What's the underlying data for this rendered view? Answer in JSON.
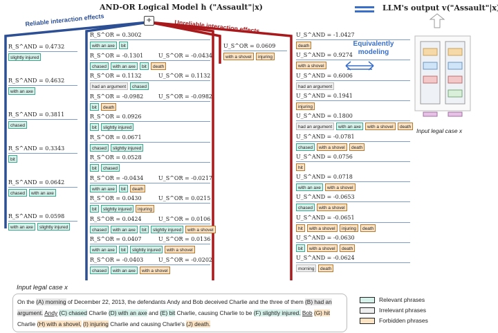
{
  "header": {
    "title": "AND-OR Logical Model  h (\"Assault\"|x)",
    "llm_title": "LLM's output  v(\"Assault\"|x)",
    "reliable_label": "Reliable interaction effects",
    "unreliable_label": "Unreliable interaction effects",
    "plus": "+",
    "equivalently": "Equivalently modeling",
    "input_case_right": "Input legal case x"
  },
  "column1": [
    {
      "label": "R_S^AND = 0.4732",
      "tags": [
        {
          "t": "slightly injured",
          "c": "rel"
        }
      ]
    },
    {
      "label": "R_S^AND = 0.4632",
      "tags": [
        {
          "t": "with an axe",
          "c": "rel"
        }
      ]
    },
    {
      "label": "R_S^AND = 0.3811",
      "tags": [
        {
          "t": "chased",
          "c": "rel"
        }
      ]
    },
    {
      "label": "R_S^AND = 0.3343",
      "tags": [
        {
          "t": "bit",
          "c": "rel"
        }
      ]
    },
    {
      "label": "R_S^AND = 0.0642",
      "tags": [
        {
          "t": "chased",
          "c": "rel"
        },
        {
          "t": "with an axe",
          "c": "rel"
        }
      ]
    },
    {
      "label": "R_S^AND = 0.0598",
      "tags": [
        {
          "t": "with an axe",
          "c": "rel"
        },
        {
          "t": "slightly injured",
          "c": "rel"
        }
      ]
    }
  ],
  "column2": [
    {
      "left": "R_S^OR = 0.3002",
      "right": "",
      "tags": [
        {
          "t": "with an axe",
          "c": "rel"
        },
        {
          "t": "bit",
          "c": "rel"
        }
      ]
    },
    {
      "left": "R_S^OR = -0.1301",
      "right": "U_S^OR = -0.0434",
      "tags": [
        {
          "t": "chased",
          "c": "rel"
        },
        {
          "t": "with an axe",
          "c": "rel"
        },
        {
          "t": "bit",
          "c": "rel"
        },
        {
          "t": "death",
          "c": "forb"
        }
      ]
    },
    {
      "left": "R_S^OR = 0.1132",
      "right": "U_S^OR = 0.1132",
      "tags": [
        {
          "t": "had an argument",
          "c": "irr"
        },
        {
          "t": "chased",
          "c": "rel"
        }
      ]
    },
    {
      "left": "R_S^OR = -0.0982",
      "right": "U_S^OR = -0.0982",
      "tags": [
        {
          "t": "bit",
          "c": "rel"
        },
        {
          "t": "death",
          "c": "forb"
        }
      ]
    },
    {
      "left": "R_S^OR = 0.0926",
      "right": "",
      "tags": [
        {
          "t": "bit",
          "c": "rel"
        },
        {
          "t": "slightly injured",
          "c": "rel"
        }
      ]
    },
    {
      "left": "R_S^OR = 0.0671",
      "right": "",
      "tags": [
        {
          "t": "chased",
          "c": "rel"
        },
        {
          "t": "slightly injured",
          "c": "rel"
        }
      ]
    },
    {
      "left": "R_S^OR = 0.0528",
      "right": "",
      "tags": [
        {
          "t": "bit",
          "c": "rel"
        },
        {
          "t": "chased",
          "c": "rel"
        }
      ]
    },
    {
      "left": "R_S^OR = -0.0434",
      "right": "U_S^OR = -0.0217",
      "tags": [
        {
          "t": "with an axe",
          "c": "rel"
        },
        {
          "t": "bit",
          "c": "rel"
        },
        {
          "t": "death",
          "c": "forb"
        }
      ]
    },
    {
      "left": "R_S^OR = 0.0430",
      "right": "U_S^OR = 0.0215",
      "tags": [
        {
          "t": "bit",
          "c": "rel"
        },
        {
          "t": "slightly injured",
          "c": "rel"
        },
        {
          "t": "injuring",
          "c": "forb"
        }
      ]
    },
    {
      "left": "R_S^OR = 0.0424",
      "right": "U_S^OR = 0.0106",
      "tags": [
        {
          "t": "chased",
          "c": "rel"
        },
        {
          "t": "with an axe",
          "c": "rel"
        },
        {
          "t": "bit",
          "c": "rel"
        },
        {
          "t": "slightly injured",
          "c": "rel"
        },
        {
          "t": "with a shovel",
          "c": "forb"
        }
      ]
    },
    {
      "left": "R_S^OR = 0.0407",
      "right": "U_S^OR = 0.0136",
      "tags": [
        {
          "t": "with an axe",
          "c": "rel"
        },
        {
          "t": "bit",
          "c": "rel"
        },
        {
          "t": "slightly injured",
          "c": "rel"
        },
        {
          "t": "with a shovel",
          "c": "forb"
        }
      ]
    },
    {
      "left": "R_S^OR = -0.0403",
      "right": "U_S^OR = -0.0202",
      "tags": [
        {
          "t": "chased",
          "c": "rel"
        },
        {
          "t": "with an axe",
          "c": "rel"
        },
        {
          "t": "with a shovel",
          "c": "forb"
        }
      ]
    }
  ],
  "column3": [
    {
      "label": "U_S^OR = 0.0609",
      "tags": [
        {
          "t": "with a shovel",
          "c": "forb"
        },
        {
          "t": "injuring",
          "c": "forb"
        }
      ]
    }
  ],
  "column4": [
    {
      "label": "U_S^AND = -1.0427",
      "tags": [
        {
          "t": "death",
          "c": "forb"
        }
      ]
    },
    {
      "label": "U_S^AND = 0.9274",
      "tags": [
        {
          "t": "with a shovel",
          "c": "forb"
        }
      ]
    },
    {
      "label": "U_S^AND = 0.6006",
      "tags": [
        {
          "t": "had an argument",
          "c": "irr"
        }
      ]
    },
    {
      "label": "U_S^AND = 0.1941",
      "tags": [
        {
          "t": "injuring",
          "c": "forb"
        }
      ]
    },
    {
      "label": "U_S^AND = 0.1800",
      "tags": [
        {
          "t": "had an argument",
          "c": "irr"
        },
        {
          "t": "with an axe",
          "c": "rel"
        },
        {
          "t": "with a shovel",
          "c": "forb"
        },
        {
          "t": "death",
          "c": "forb"
        }
      ]
    },
    {
      "label": "U_S^AND = -0.0781",
      "tags": [
        {
          "t": "chased",
          "c": "rel"
        },
        {
          "t": "with a shovel",
          "c": "forb"
        },
        {
          "t": "death",
          "c": "forb"
        }
      ]
    },
    {
      "label": "U_S^AND = 0.0756",
      "tags": [
        {
          "t": "hit",
          "c": "forb"
        }
      ]
    },
    {
      "label": "U_S^AND = 0.0718",
      "tags": [
        {
          "t": "with an axe",
          "c": "rel"
        },
        {
          "t": "with a shovel",
          "c": "forb"
        }
      ]
    },
    {
      "label": "U_S^AND = -0.0653",
      "tags": [
        {
          "t": "chased",
          "c": "rel"
        },
        {
          "t": "with a shovel",
          "c": "forb"
        }
      ]
    },
    {
      "label": "U_S^AND = -0.0651",
      "tags": [
        {
          "t": "hit",
          "c": "forb"
        },
        {
          "t": "with a shovel",
          "c": "forb"
        },
        {
          "t": "injuring",
          "c": "forb"
        },
        {
          "t": "death",
          "c": "forb"
        }
      ]
    },
    {
      "label": "U_S^AND = -0.0630",
      "tags": [
        {
          "t": "bit",
          "c": "rel"
        },
        {
          "t": "with a shovel",
          "c": "forb"
        },
        {
          "t": "death",
          "c": "forb"
        }
      ]
    },
    {
      "label": "U_S^AND = -0.0624",
      "tags": [
        {
          "t": "morning",
          "c": "irr"
        },
        {
          "t": "death",
          "c": "forb"
        }
      ]
    }
  ],
  "case": {
    "title": "Input legal case x"
  },
  "legend": {
    "relevant": "Relevant phrases",
    "irrelevant": "Irrelevant phrases",
    "forbidden": "Forbidden phrases"
  },
  "colors": {
    "reliable": "#2d4f94",
    "unreliable": "#a8191c",
    "relevant_fill": "#d6f1ea",
    "irrelevant_fill": "#efefef",
    "forbidden_fill": "#fbe3c4"
  }
}
